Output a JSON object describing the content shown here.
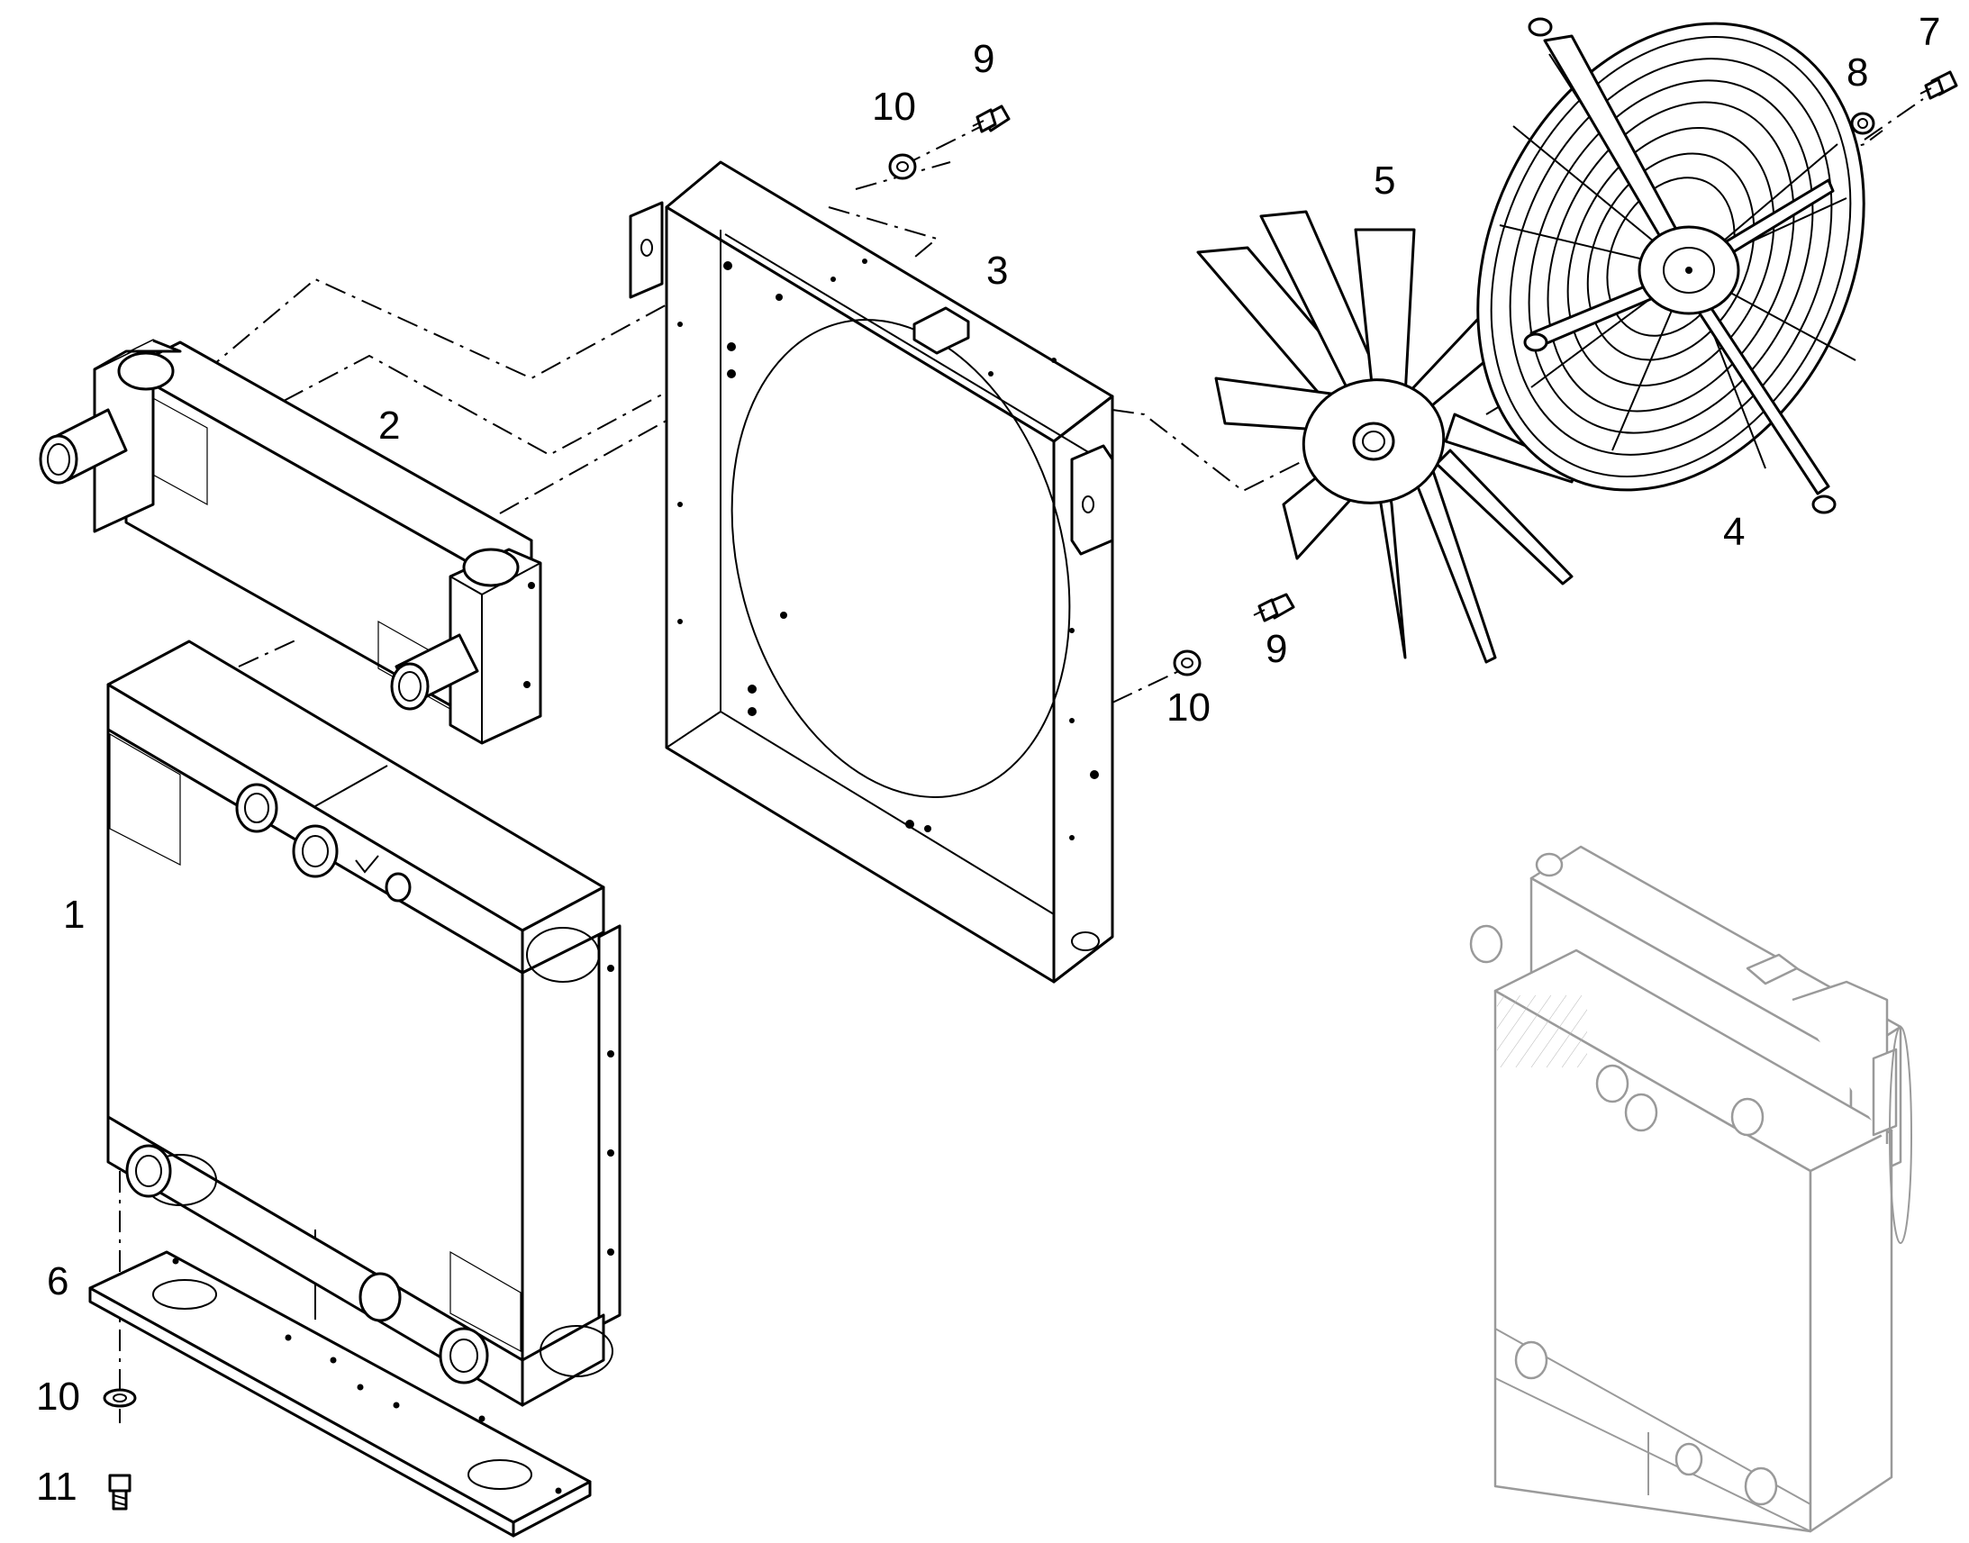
{
  "callouts": {
    "c1": "1",
    "c2": "2",
    "c3": "3",
    "c4": "4",
    "c5": "5",
    "c6": "6",
    "c7": "7",
    "c8": "8",
    "c9a": "9",
    "c9b": "9",
    "c10a": "10",
    "c10b": "10",
    "c10c": "10",
    "c11": "11"
  },
  "colors": {
    "line": "#000000",
    "ghost": "#9a9a9a",
    "background": "#ffffff"
  }
}
